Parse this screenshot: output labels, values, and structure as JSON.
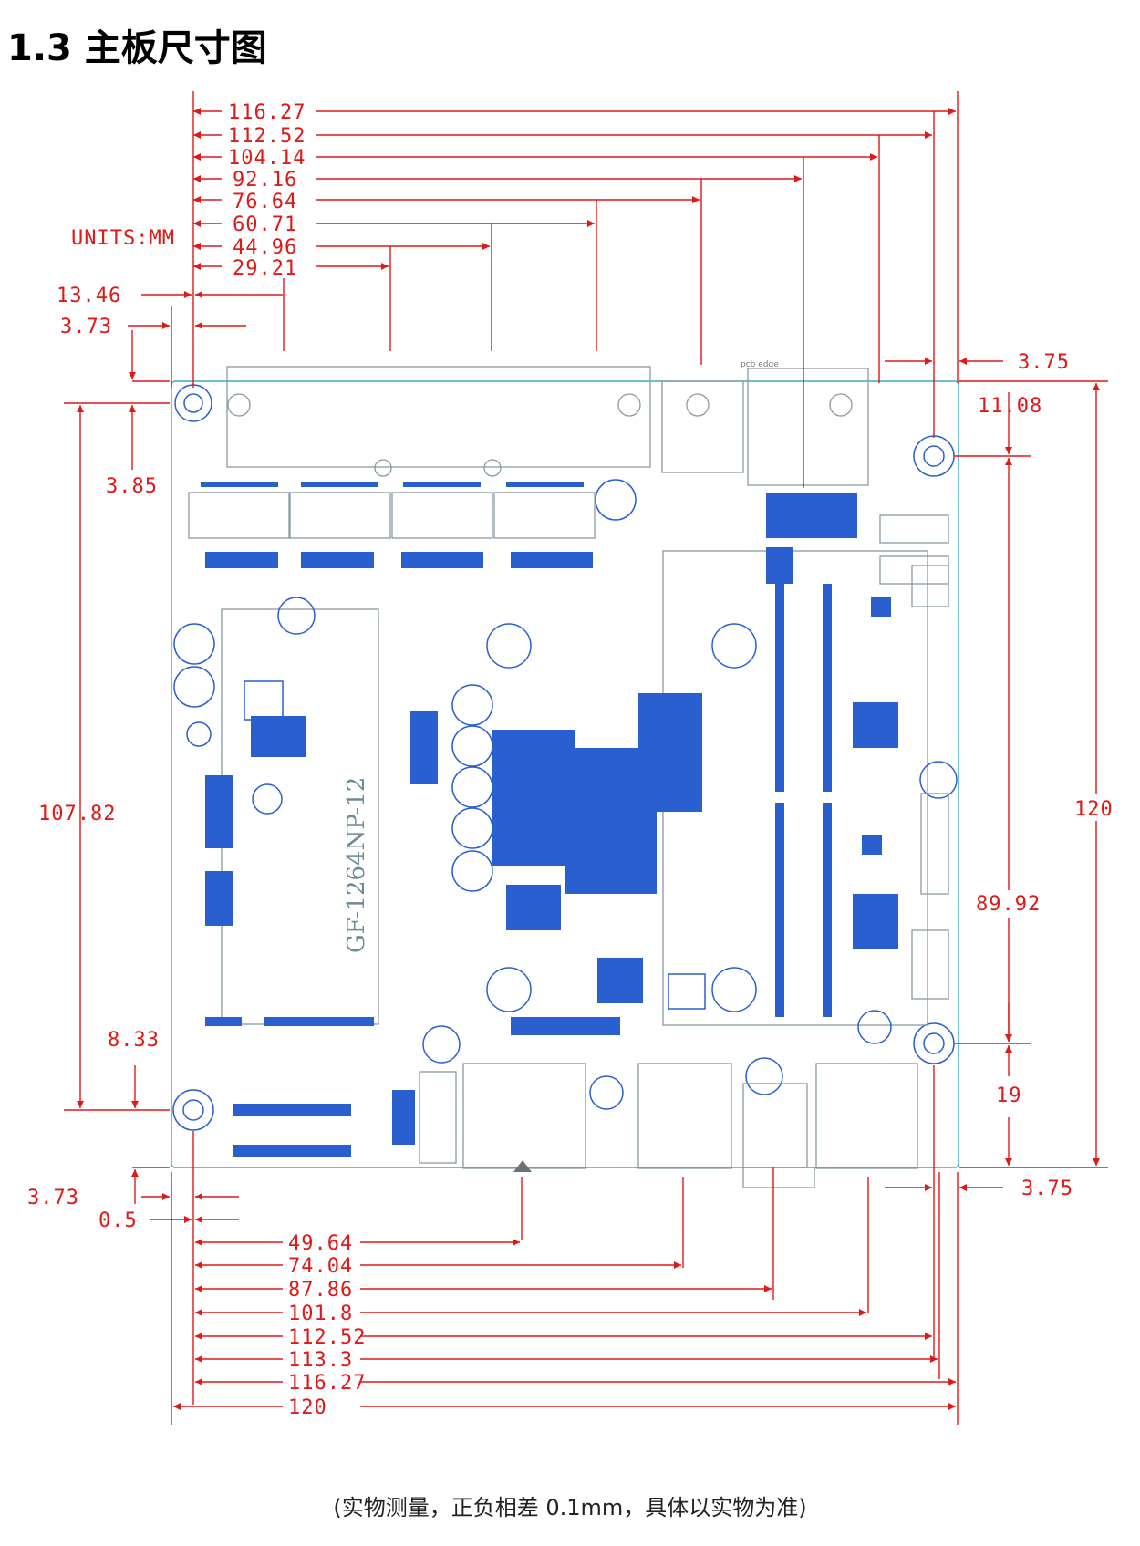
{
  "title": "1.3  主板尺寸图",
  "caption": "(实物测量，正负相差 0.1mm，具体以实物为准)",
  "drawing": {
    "units_label": "UNITS:MM",
    "board_label": "GF-1264NP-12",
    "small_label": "pcb edge",
    "top_dims": [
      "116.27",
      "112.52",
      "104.14",
      "92.16",
      "76.64",
      "60.71",
      "44.96",
      "29.21"
    ],
    "left_top_dims": [
      "13.46",
      "3.73",
      "3.85"
    ],
    "left_side_dims": [
      "107.82",
      "8.33"
    ],
    "right_dims": [
      "3.75",
      "11.08",
      "120",
      "89.92",
      "19",
      "3.75"
    ],
    "bottom_left_dims": [
      "3.73",
      "0.5"
    ],
    "bottom_dims": [
      "49.64",
      "74.04",
      "87.86",
      "101.8",
      "112.52",
      "113.3",
      "116.27",
      "120"
    ],
    "colors": {
      "dimension": "#e01818",
      "components": "#2a5fd0",
      "pcb_outline": "#3aa8c8",
      "ports": "#8a9aa0"
    }
  }
}
